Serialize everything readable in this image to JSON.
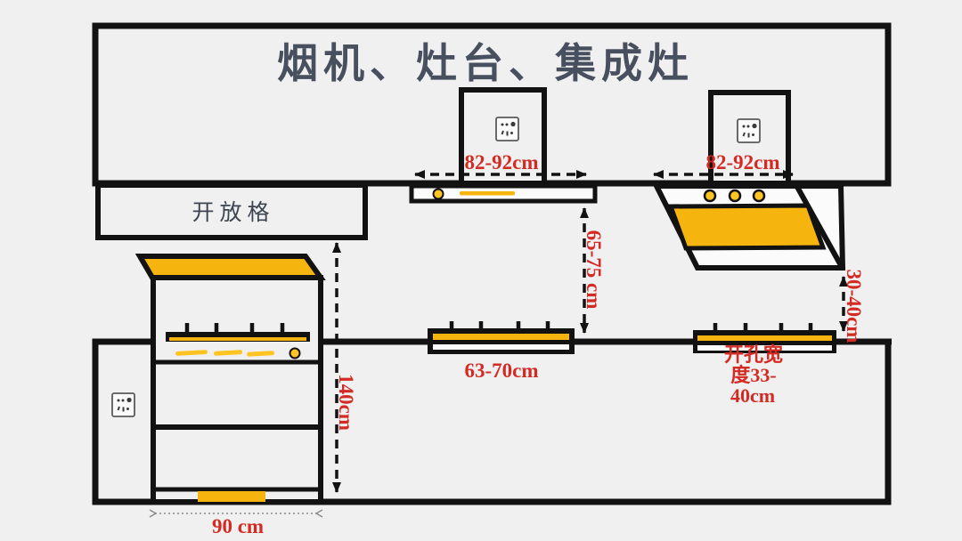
{
  "title": "烟机、灶台、集成灶",
  "cabinet": {
    "open_shelf_label": "开放格"
  },
  "dimensions": {
    "mid_hood_width": "82-92cm",
    "right_hood_width": "82-92cm",
    "hood_to_cooktop": "65-75 cm",
    "floor_to_upper": "140cm",
    "mid_cooktop_width": "63-70cm",
    "integrated_hood_gap": "30-40cm",
    "cutout_width": {
      "line1": "开孔宽",
      "line2": "度33-",
      "line3": "40cm"
    },
    "integrated_stove_width": "90 cm"
  },
  "icons": {
    "socket": "power-socket-icon"
  },
  "colors": {
    "background": "#f0f0f0",
    "line": "#121212",
    "accent": "#f6b40e",
    "accent_bright": "#ffc421",
    "red": "#d32b23",
    "title_color": "#48505f",
    "label_color": "#3d4550",
    "muted": "#8a8a8a",
    "socket_stroke": "#5a5a5a",
    "panel_white": "#fbfbfb"
  }
}
